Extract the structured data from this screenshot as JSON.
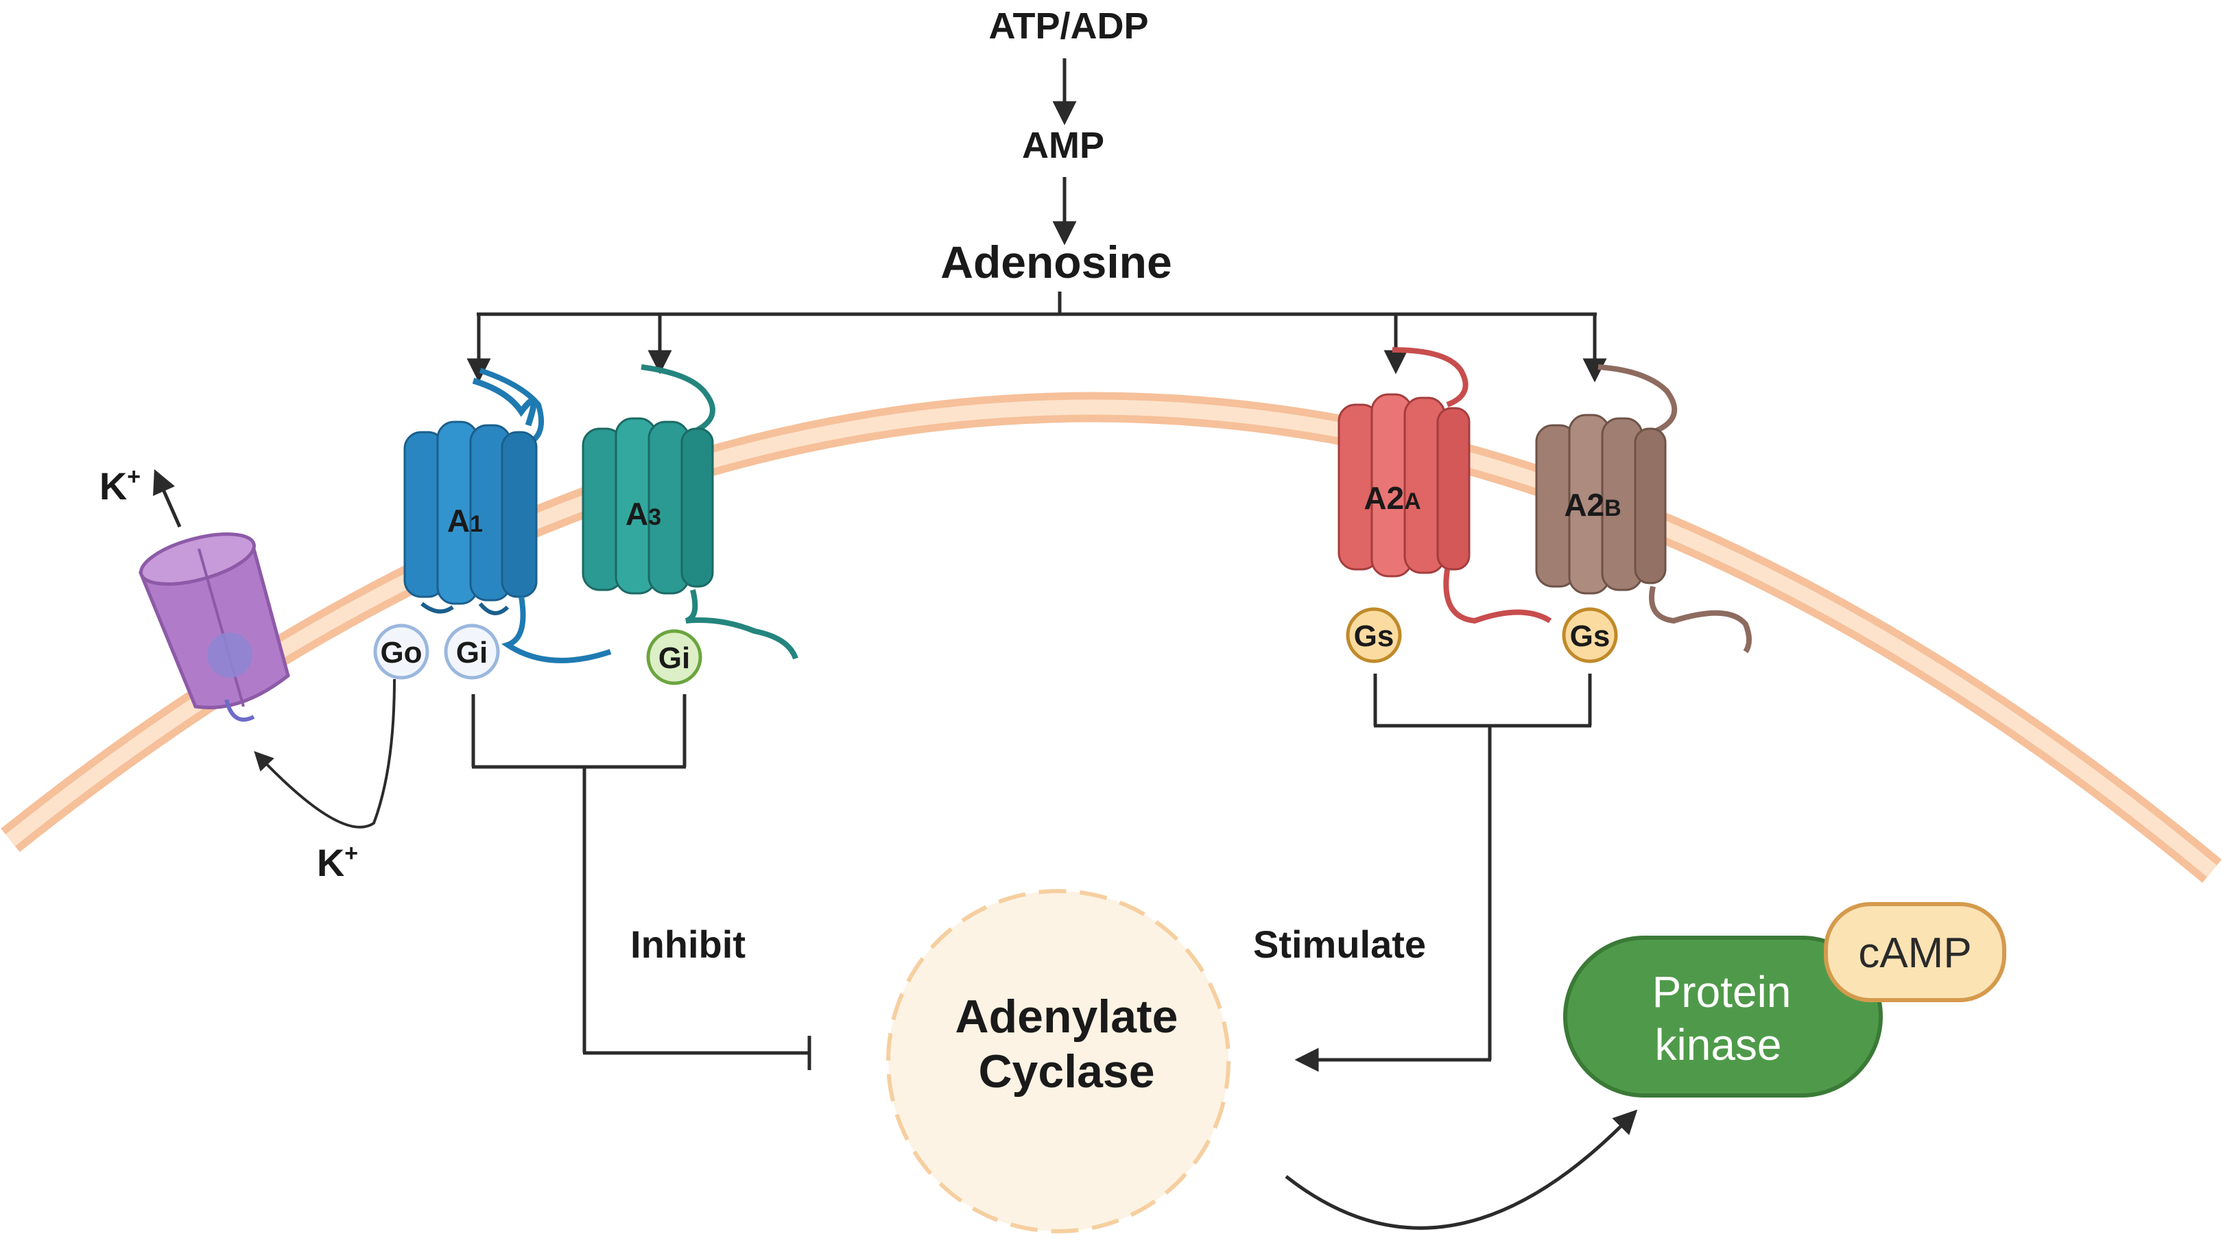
{
  "pathway": {
    "atp_adp": "ATP/ADP",
    "amp": "AMP",
    "adenosine": "Adenosine"
  },
  "receptors": {
    "a1": {
      "main": "A",
      "sub": "1"
    },
    "a3": {
      "main": "A",
      "sub": "3"
    },
    "a2a": {
      "main": "A2",
      "sub": "A"
    },
    "a2b": {
      "main": "A2",
      "sub": "B"
    }
  },
  "g_proteins": {
    "go": "Go",
    "gi_a1": "Gi",
    "gi_a3": "Gi",
    "gs_a2a": "Gs",
    "gs_a2b": "Gs"
  },
  "potassium": {
    "k_top": "K",
    "k_bottom": "K",
    "charge": "+"
  },
  "effects": {
    "inhibit": "Inhibit",
    "stimulate": "Stimulate"
  },
  "adenylate_cyclase": {
    "line1": "Adenylate",
    "line2": "Cyclase"
  },
  "protein_kinase": {
    "line1": "Protein",
    "line2": "kinase"
  },
  "camp": "cAMP",
  "colors": {
    "a1": "#2a86c0",
    "a3": "#2a9a92",
    "a2a": "#e06565",
    "a2b": "#a07e72",
    "membrane": "#f8c9a0",
    "channel": "#b07cc9",
    "protein_kinase": "#4f9a4a",
    "camp": "#fbe3b4",
    "adenylate_cyclase": "#fdf3e4"
  }
}
